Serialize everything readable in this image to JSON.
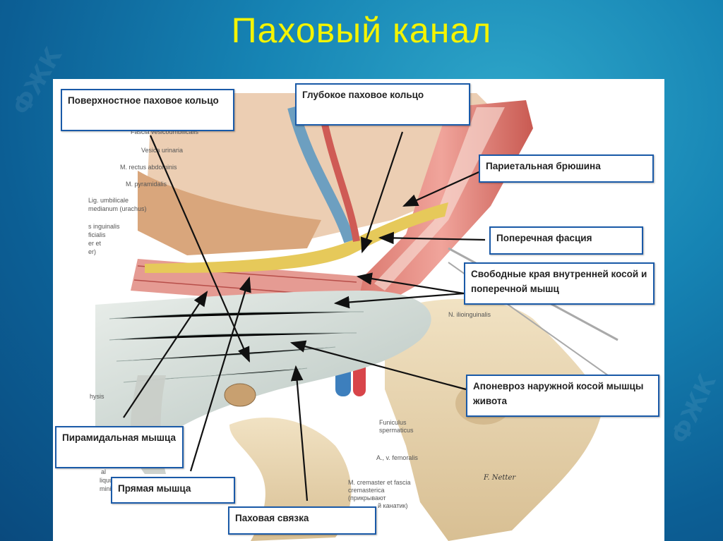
{
  "slide": {
    "title": "Паховый канал",
    "watermark": "ФЖК"
  },
  "callouts": {
    "superficial_ring": "Поверхностное паховое кольцо",
    "deep_ring": "Глубокое паховое кольцо",
    "parietal_peritoneum": "Париетальная брюшина",
    "transverse_fascia": "Поперечная фасция",
    "free_edges": "Свободные края внутренней косой и поперечной мышц",
    "external_oblique_aponeurosis": "Апоневроз наружной косой мышцы живота",
    "pyramidal_muscle": "Пирамидальная мышца",
    "rectus_muscle": "Прямая мышца",
    "inguinal_ligament": "Паховая связка"
  },
  "atlas_labels": {
    "fascia_vesicoumbilicalis": "Fascia vesicoumbilicalis",
    "vesica_urinaria": "Vesica urinaria",
    "m_rectus_abdominis": "M. rectus abdominis",
    "m_pyramidalis": "M. pyramidalis",
    "lig_umbilicale_1": "Lig. umbilicale",
    "lig_umbilicale_2": "medianum (urachus)",
    "inguinalis_1": "s inguinalis",
    "inguinalis_2": "ficialis",
    "inguinalis_3": "er et",
    "inguinalis_4": "er)",
    "n_ilioinguinalis": "N. ilioinguinalis",
    "funiculus_1": "Funiculus",
    "funiculus_2": "spermaticus",
    "v_femoralis": "A., v. femoralis",
    "physis": "hysis",
    "iquus_1": "al",
    "iquus_2": "liquus",
    "iquus_3": "minis)",
    "cremaster_1": "M. cremaster et fascia",
    "cremaster_2": "cremasterica",
    "cremaster_3": "(прикрывают",
    "cremaster_4": "й канатик)",
    "signature": "F. Netter"
  },
  "colors": {
    "title": "#f4f400",
    "callout_border": "#1a5aa8",
    "arrow": "#111111"
  }
}
